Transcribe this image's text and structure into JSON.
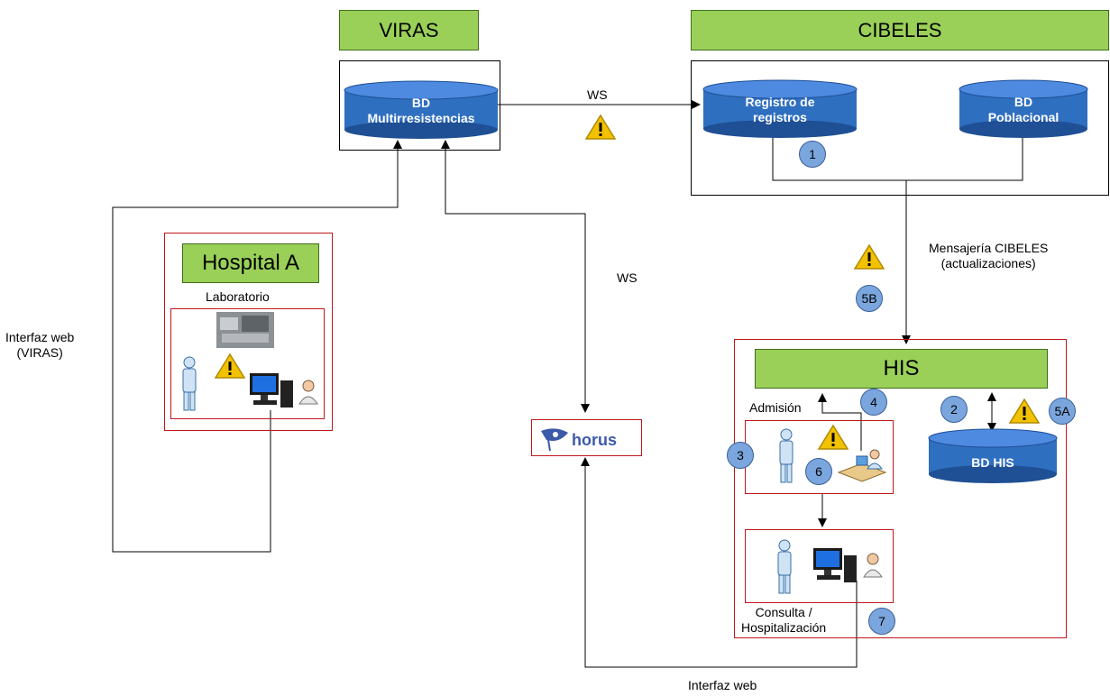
{
  "systems": {
    "viras": "VIRAS",
    "cibeles": "CIBELES",
    "hospital_a": "Hospital A",
    "his": "HIS"
  },
  "databases": {
    "bd_multi_line1": "BD",
    "bd_multi_line2": "Multirresistencias",
    "registro_line1": "Registro de",
    "registro_line2": "registros",
    "poblacional_line1": "BD",
    "poblacional_line2": "Poblacional",
    "bd_his": "BD HIS"
  },
  "labels": {
    "ws_top": "WS",
    "ws_middle": "WS",
    "laboratorio": "Laboratorio",
    "interfaz_web_viras_line1": "Interfaz web",
    "interfaz_web_viras_line2": "(VIRAS)",
    "mensajeria_line1": "Mensajería CIBELES",
    "mensajeria_line2": "(actualizaciones)",
    "admision": "Admisión",
    "consulta_line1": "Consulta /",
    "consulta_line2": "Hospitalización",
    "interfaz_web_bottom": "Interfaz web",
    "horus": "horus"
  },
  "steps": {
    "s1": "1",
    "s2": "2",
    "s3": "3",
    "s4": "4",
    "s5a": "5A",
    "s5b": "5B",
    "s6": "6",
    "s7": "7"
  },
  "colors": {
    "system_header": "#9ad058",
    "database": "#2f6fc0",
    "step_circle": "#7aa6dd",
    "warning": "#f2c200",
    "red_border": "#c0161b"
  }
}
